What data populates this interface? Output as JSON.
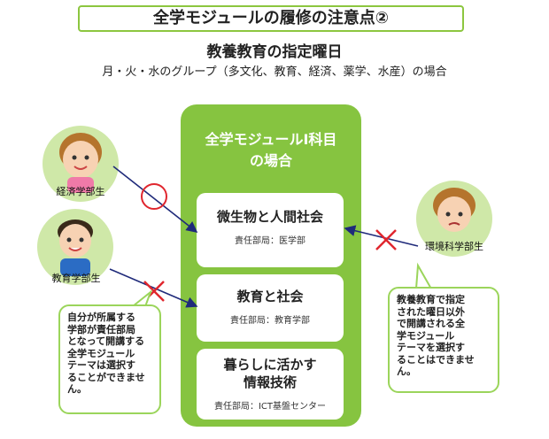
{
  "title": "全学モジュールの履修の注意点②",
  "subtitle": "教養教育の指定曜日",
  "subnote": "月・火・水のグループ（多文化、教育、経済、薬学、水産）の場合",
  "panel": {
    "title_line1": "全学モジュールⅠ科目",
    "title_line2": "の場合"
  },
  "courses": [
    {
      "name": "微生物と人間社会",
      "dept": "責任部局：医学部"
    },
    {
      "name": "教育と社会",
      "dept": "責任部局：教育学部"
    },
    {
      "name_line1": "暮らしに活かす",
      "name_line2": "情報技術",
      "dept": "責任部局：ICT基盤センター"
    }
  ],
  "people": {
    "economics": "経済学部生",
    "education": "教育学部生",
    "environment": "環境科学部生"
  },
  "bubbles": {
    "left": [
      "自分が所属する",
      "学部が責任部局",
      "となって開講する",
      "全学モジュール",
      "テーマは選択す",
      "ることができませ",
      "ん。"
    ],
    "right": [
      "教養教育で指定",
      "された曜日以外",
      "で開講される全",
      "学モジュール",
      "テーマを選択す",
      "ることはできませ",
      "ん。"
    ]
  },
  "colors": {
    "panel_green": "#86c440",
    "frame_green": "#8cc63f",
    "arrow_navy": "#1f2a7a",
    "mark_red": "#e0262e",
    "person_bg": "#cfe8a8"
  }
}
